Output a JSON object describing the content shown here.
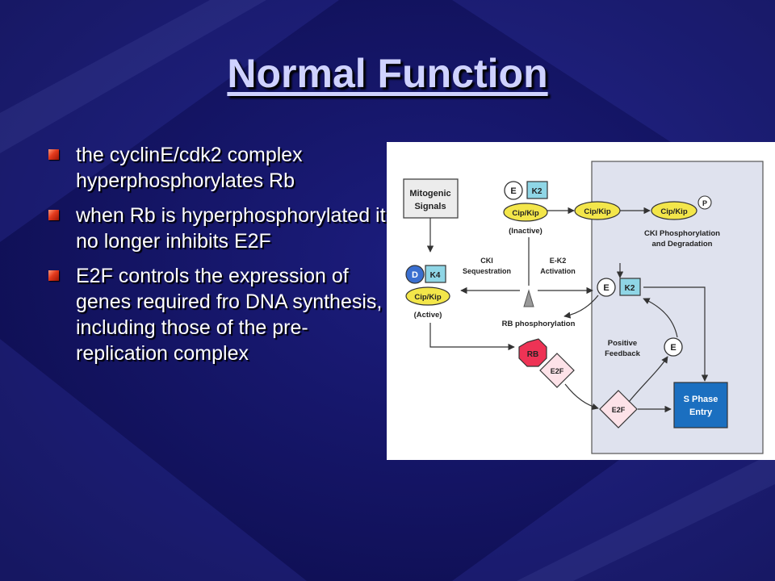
{
  "slide": {
    "title": "Normal Function",
    "bullets": [
      "the cyclinE/cdk2 complex hyperphosphorylates Rb",
      "when Rb is hyperphosphorylated it no longer inhibits E2F",
      "E2F controls the expression of genes required fro DNA synthesis, including those of the pre-replication complex"
    ]
  },
  "diagram": {
    "mitogenic_signals": [
      "Mitogenic",
      "Signals"
    ],
    "cyclin_e": "E",
    "cdk2": "K2",
    "cyclin_d": "D",
    "cdk4": "K4",
    "cip_kip": "Cip/Kip",
    "inactive": "(Inactive)",
    "active": "(Active)",
    "phospho": "P",
    "cki_degradation": [
      "CKI Phosphorylation",
      "and Degradation"
    ],
    "cki_sequestration": [
      "CKI",
      "Sequestration"
    ],
    "ek2_activation": [
      "E-K2",
      "Activation"
    ],
    "rb_phosphorylation": "RB phosphorylation",
    "rb": "RB",
    "e2f": "E2F",
    "positive_feedback": [
      "Positive",
      "Feedback"
    ],
    "s_phase_entry": [
      "S Phase",
      "Entry"
    ]
  }
}
